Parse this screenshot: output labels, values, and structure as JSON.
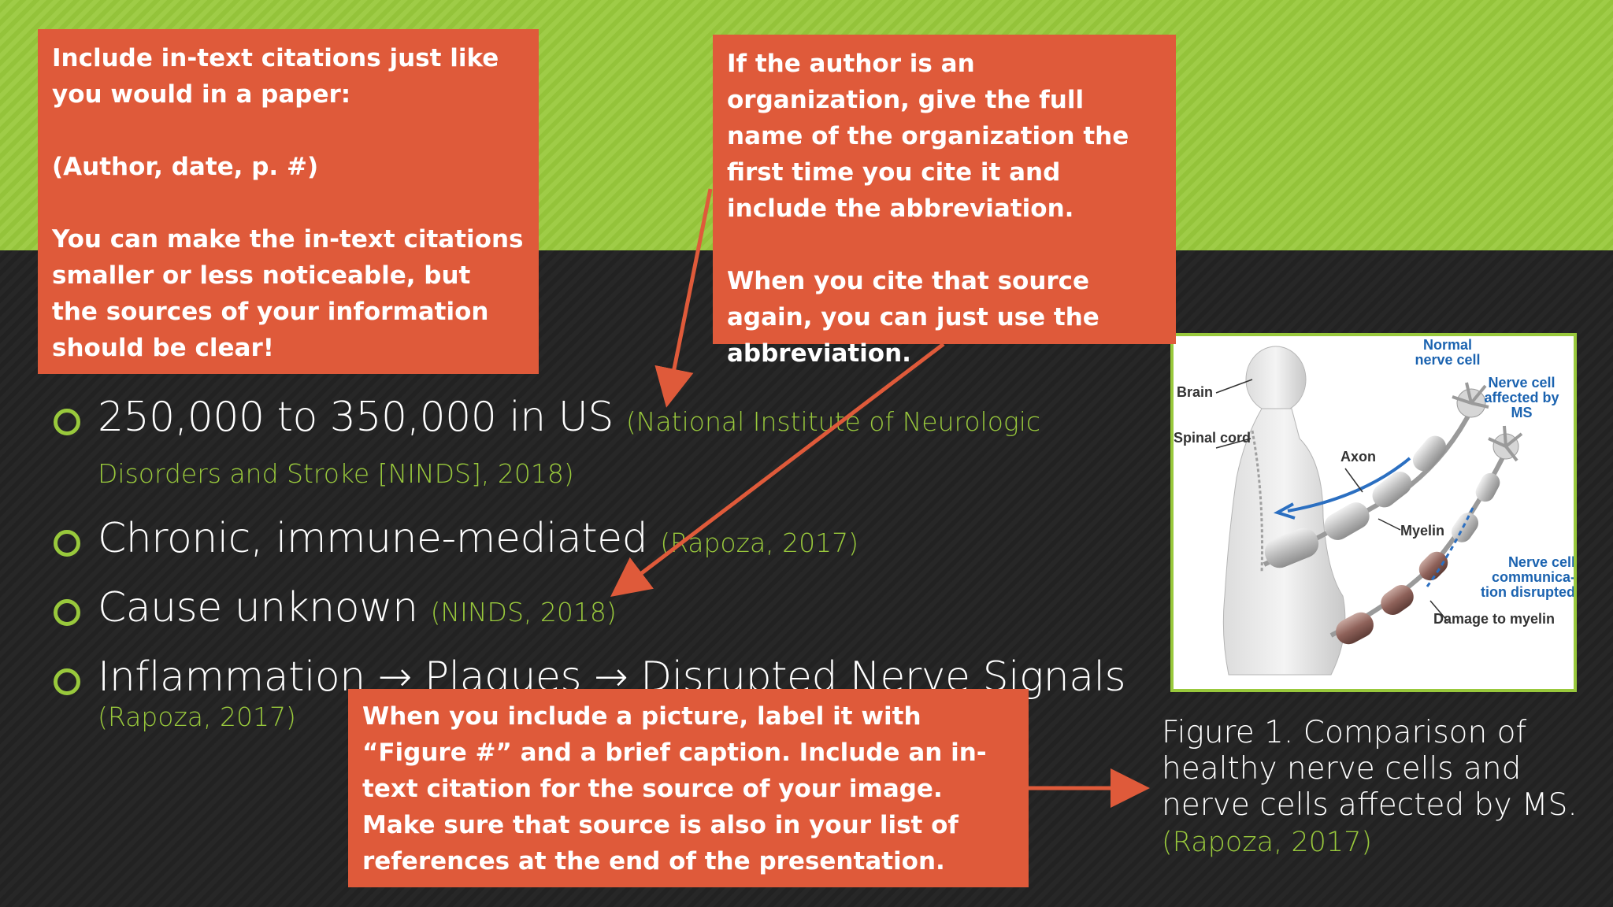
{
  "callouts": {
    "citation_format": "Include in-text citations just like you would in a paper:\n\n(Author, date, p. #)\n\nYou can make the in-text citations smaller or less noticeable, but the sources of your information should be clear!",
    "organization_author": "If the author is an organization, give the full name of the organization the first time you cite it and include the abbreviation.\n\nWhen you cite that source again, you can just use the abbreviation.",
    "figure_label": "When you include a picture, label it with “Figure #” and a brief caption. Include an in-text citation for the source of your image. Make sure that source is also in your list of references at the end of the presentation."
  },
  "bullets": [
    {
      "text": "250,000 to 350,000 in US",
      "citation": "(National Institute of Neurologic Disorders and Stroke [NINDS], 2018)"
    },
    {
      "text": "Chronic, immune-mediated",
      "citation": "(Rapoza, 2017)"
    },
    {
      "text": "Cause unknown",
      "citation": "(NINDS, 2018)"
    },
    {
      "text": "Inflammation → Plaques → Disrupted Nerve Signals",
      "citation": "(Rapoza, 2017)"
    }
  ],
  "figure": {
    "labels": {
      "normal": "Normal\nnerve\ncell",
      "affected": "Nerve cell\naffected\nby MS",
      "brain": "Brain",
      "spinal": "Spinal\ncord",
      "axon": "Axon",
      "myelin": "Myelin",
      "communication": "Nerve cell\ncommunica-\ntion disrupted",
      "damage": "Damage\nto myelin"
    }
  },
  "caption": {
    "text": "Figure 1. Comparison of healthy nerve cells and nerve cells affected by MS.",
    "citation": "(Rapoza, 2017)"
  },
  "colors": {
    "accent_green": "#99c93c",
    "callout_orange": "#df5a3a",
    "background_dark": "#232323",
    "figure_blue": "#1b63b0"
  }
}
